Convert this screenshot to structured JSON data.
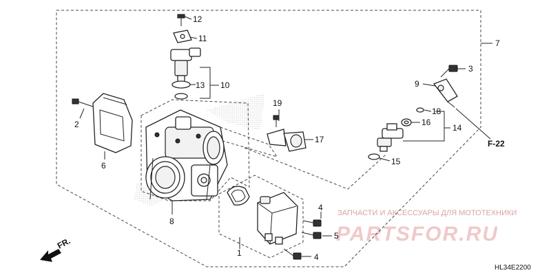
{
  "callouts": {
    "c1": "1",
    "c2": "2",
    "c3": "3",
    "c4a": "4",
    "c4b": "4",
    "c5": "5",
    "c6": "6",
    "c7": "7",
    "c8": "8",
    "c9": "9",
    "c10": "10",
    "c11": "11",
    "c12": "12",
    "c13": "13",
    "c14": "14",
    "c15": "15",
    "c16": "16",
    "c17": "17",
    "c18": "18",
    "c19": "19"
  },
  "references": {
    "f22": "F-22",
    "front": "FR."
  },
  "watermark": {
    "tagline": "ЗАПЧАСТИ И АКСЕССУАРЫ ДЛЯ МОТОТЕХНИКИ",
    "brand": "PARTSFOR.RU"
  },
  "diagram_code": "HL34E2200",
  "colors": {
    "line": "#222222",
    "watermark": "#d9a3a3",
    "shade": "#999999"
  }
}
